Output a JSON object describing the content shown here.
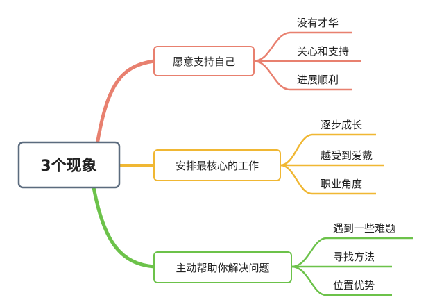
{
  "root": {
    "label": "3个现象",
    "border_color": "#5b6b7e"
  },
  "branches": [
    {
      "label": "愿意支持自己",
      "color": "#e8806f",
      "leaves": [
        "没有才华",
        "关心和支持",
        "进展顺利"
      ]
    },
    {
      "label": "安排最核心的工作",
      "color": "#f0b733",
      "leaves": [
        "逐步成长",
        "越受到爱戴",
        "职业角度"
      ]
    },
    {
      "label": "主动帮助你解决问题",
      "color": "#6cc24a",
      "leaves": [
        "遇到一些难题",
        "寻找方法",
        "位置优势"
      ]
    }
  ]
}
